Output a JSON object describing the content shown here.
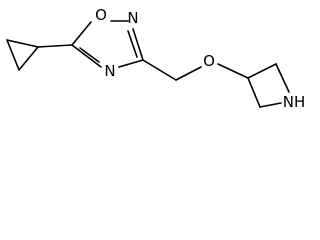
{
  "molecule": {
    "atoms": {
      "o_ring": "O",
      "n_ring_top": "N",
      "n_ring_bottom": "N",
      "o_ether": "O",
      "n_azetidine": "NH"
    }
  }
}
